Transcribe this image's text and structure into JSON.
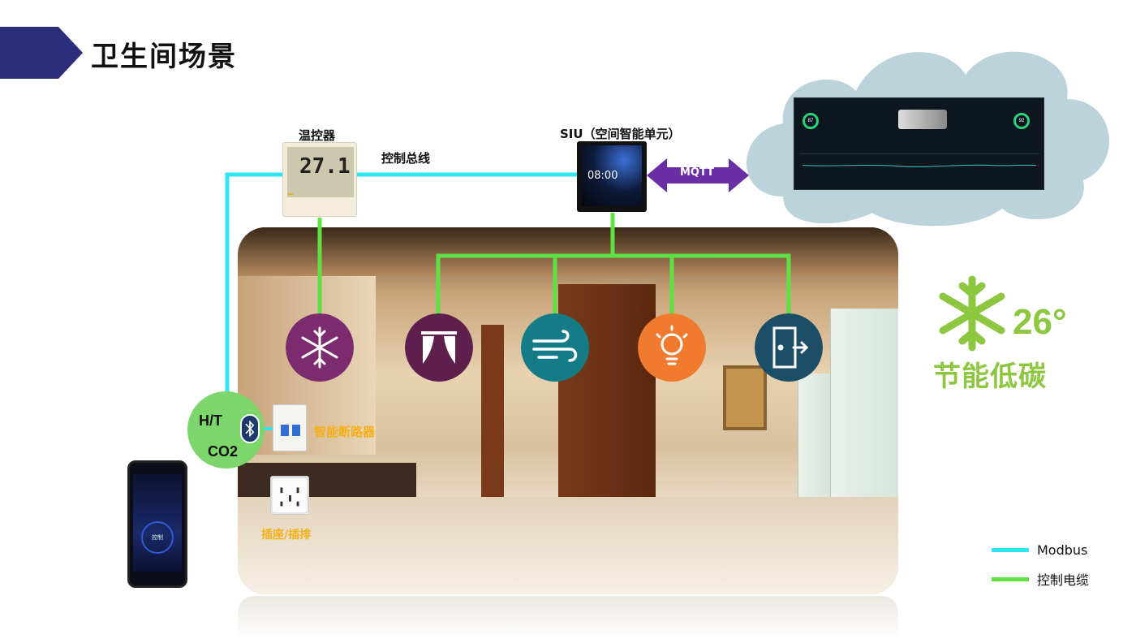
{
  "header": {
    "title": "卫生间场景",
    "arrow_color": "#2b2e7d"
  },
  "labels": {
    "thermostat": "温控器",
    "siu": "SIU（空间智能单元）",
    "control_bus": "控制总线",
    "mqtt": "MQTT",
    "breaker": "智能断路器",
    "socket": "插座/插排",
    "ht_line1": "H/T",
    "ht_line2": "CO2"
  },
  "devices": {
    "thermostat_temp": "27.1",
    "siu_time": "08:00"
  },
  "dashboard": {
    "gauge_left": "87",
    "gauge_right": "92"
  },
  "phone": {
    "center_text": "控制"
  },
  "eco": {
    "degree": "26°",
    "text": "节能低碳",
    "color": "#8dc63f"
  },
  "legend": [
    {
      "label": "Modbus",
      "color": "#2ee6f0"
    },
    {
      "label": "控制电缆",
      "color": "#5fe043"
    }
  ],
  "icons": [
    {
      "name": "snowflake-icon",
      "color": "#7b2b6e"
    },
    {
      "name": "curtain-icon",
      "color": "#5e1f4d"
    },
    {
      "name": "wind-icon",
      "color": "#137c86"
    },
    {
      "name": "lightbulb-icon",
      "color": "#f07a2e"
    },
    {
      "name": "door-exit-icon",
      "color": "#1d4e67"
    }
  ],
  "colors": {
    "modbus": "#2ee6f0",
    "control_cable": "#5fe043",
    "mqtt": "#6a2fa2",
    "cloud": "#bcd3dc"
  }
}
